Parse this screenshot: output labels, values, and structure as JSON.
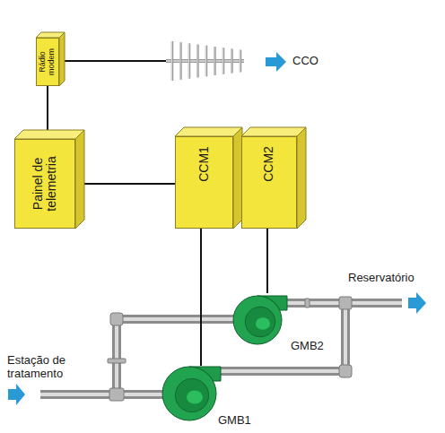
{
  "diagram": {
    "nodes": [
      {
        "text": [
          "Rádio modem"
        ]
      },
      {
        "text": [
          "Painel de telemetria"
        ]
      },
      {
        "text": [
          "CCM1"
        ]
      },
      {
        "text": [
          "CCM2"
        ]
      },
      {
        "text": [
          "GMB2"
        ]
      },
      {
        "text": [
          "GMB1"
        ]
      }
    ],
    "edges": [
      {
        "from": 0,
        "to": 1,
        "arrow": "none"
      },
      {
        "from": 1,
        "to": 2,
        "arrow": "none"
      },
      {
        "from": 2,
        "to": 5,
        "arrow": "none"
      },
      {
        "from": 3,
        "to": 4,
        "arrow": "none"
      }
    ],
    "labels": [
      "CCO",
      "Reservatório",
      "Estação de tratamento"
    ]
  }
}
